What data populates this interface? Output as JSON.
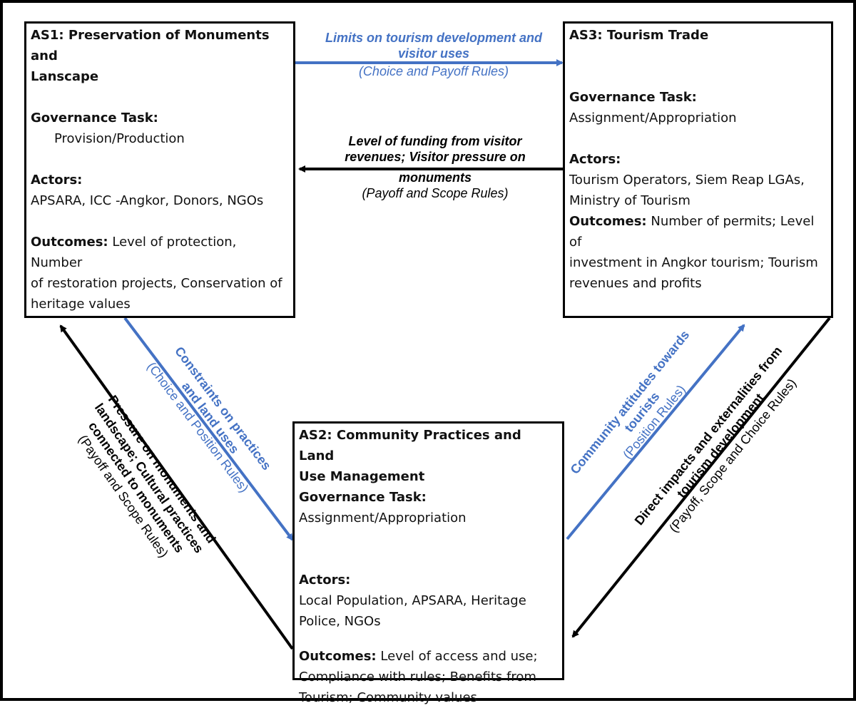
{
  "colors": {
    "blue": "#4472C4",
    "black": "#000000"
  },
  "as1": {
    "title_line1": "AS1: Preservation of Monuments and",
    "title_line2": "Lanscape",
    "gov_heading": "Governance Task:",
    "gov_value": "Provision/Production",
    "actors_heading": "Actors:",
    "actors_value": "APSARA, ICC -Angkor, Donors, NGOs",
    "outcomes_heading": "Outcomes:",
    "outcomes_line1": " Level of protection, Number",
    "outcomes_line2": "of restoration projects, Conservation of",
    "outcomes_line3": "heritage values"
  },
  "as3": {
    "title": "AS3: Tourism Trade",
    "gov_heading": "Governance Task:",
    "gov_value": "Assignment/Appropriation",
    "actors_heading": "Actors:",
    "actors_line1": "Tourism Operators, Siem Reap LGAs,",
    "actors_line2": "Ministry of Tourism",
    "outcomes_heading": "Outcomes:",
    "outcomes_line1": " Number of permits; Level of",
    "outcomes_line2": "investment in Angkor tourism; Tourism",
    "outcomes_line3": "revenues and profits"
  },
  "as2": {
    "title_line1": "AS2: Community Practices and Land",
    "title_line2": "Use Management",
    "gov_heading": "Governance Task:",
    "gov_value": "Assignment/Appropriation",
    "actors_heading": "Actors:",
    "actors_line1": "Local Population, APSARA, Heritage",
    "actors_line2": "Police, NGOs",
    "outcomes_heading": "Outcomes:",
    "outcomes_line1": " Level of access and use;",
    "outcomes_line2": "Compliance with rules; Benefits from",
    "outcomes_line3": "Tourism; Community values"
  },
  "links": {
    "as1_to_as3": {
      "line1": "Limits on tourism development and",
      "line2": "visitor uses",
      "rules": "(Choice and Payoff Rules)"
    },
    "as3_to_as1": {
      "line1": "Level of funding from visitor",
      "line2": "revenues; Visitor pressure on",
      "line3": "monuments",
      "rules": "(Payoff and Scope  Rules)"
    },
    "as1_to_as2": {
      "line1": "Constraints on practices",
      "line2": "and land uses",
      "rules": "(Choice and Position Rules)"
    },
    "as2_to_as1": {
      "line1": "Pressure on monuments and",
      "line2": "landscape; Cultural practices",
      "line3": "connected to monuments",
      "rules": "(Payoff and Scope  Rules)"
    },
    "as2_to_as3": {
      "line1": "Community attitudes towards",
      "line2": "tourists",
      "rules": "(Position Rules)"
    },
    "as3_to_as2": {
      "line1": "Direct impacts and externalities from",
      "line2": "tourism development",
      "rules": "(Payoff, Scope and Choice Rules)"
    }
  }
}
